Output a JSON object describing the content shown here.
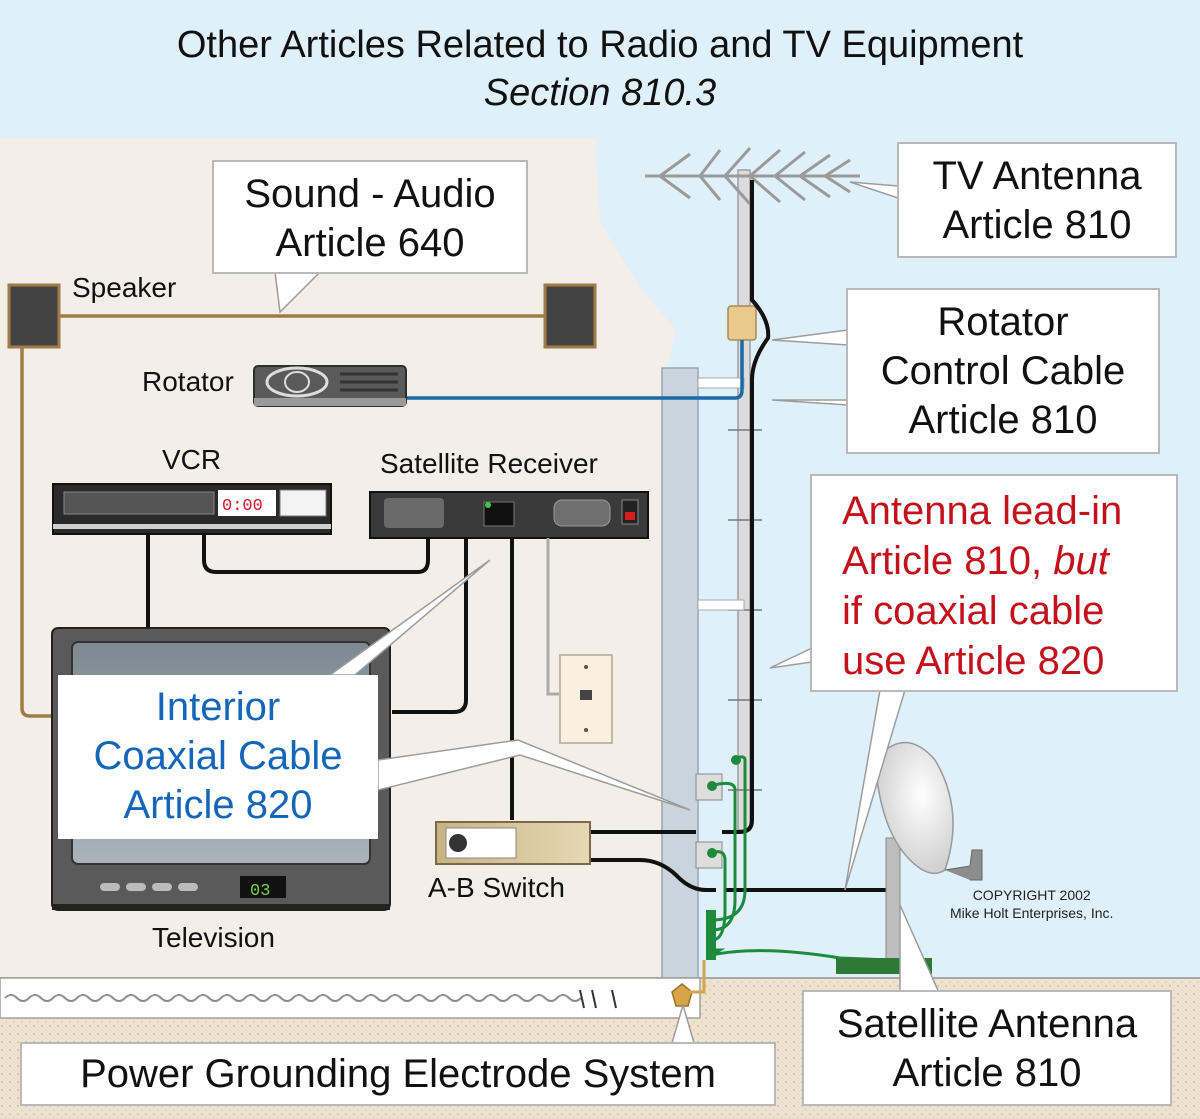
{
  "title": {
    "main": "Other Articles Related to Radio and TV Equipment",
    "section": "Section 810.3"
  },
  "callouts": {
    "sound_audio": [
      "Sound - Audio",
      "Article 640"
    ],
    "tv_antenna": [
      "TV Antenna",
      "Article 810"
    ],
    "rotator_cable": [
      "Rotator",
      "Control Cable",
      "Article 810"
    ],
    "lead_in": {
      "line1": "Antenna lead-in",
      "line2_prefix": "Article 810, ",
      "line2_italic": "but",
      "line3": "if coaxial cable",
      "line4": "use Article 820"
    },
    "interior_coax": [
      "Interior",
      "Coaxial Cable",
      "Article 820"
    ],
    "satellite_antenna": [
      "Satellite Antenna",
      "Article 810"
    ],
    "grounding": "Power Grounding Electrode System"
  },
  "labels": {
    "speaker": "Speaker",
    "rotator": "Rotator",
    "vcr": "VCR",
    "satellite_receiver": "Satellite Receiver",
    "ab_switch": "A-B Switch",
    "television": "Television"
  },
  "devices": {
    "vcr_display": "0:00",
    "tv_channel": "03"
  },
  "copyright": [
    "COPYRIGHT 2002",
    "Mike Holt Enterprises, Inc."
  ],
  "colors": {
    "sky": "#dff0fa",
    "interior_wall": "#f3eee8",
    "ground": "#e9ddc9",
    "audio_cable": "#a07b45",
    "rotator_cable": "#1a6aa8",
    "coax_cable": "#111111",
    "ground_wire": "#1e8a3c",
    "callout_red": "#c4121c",
    "callout_blue": "#1467b8"
  }
}
